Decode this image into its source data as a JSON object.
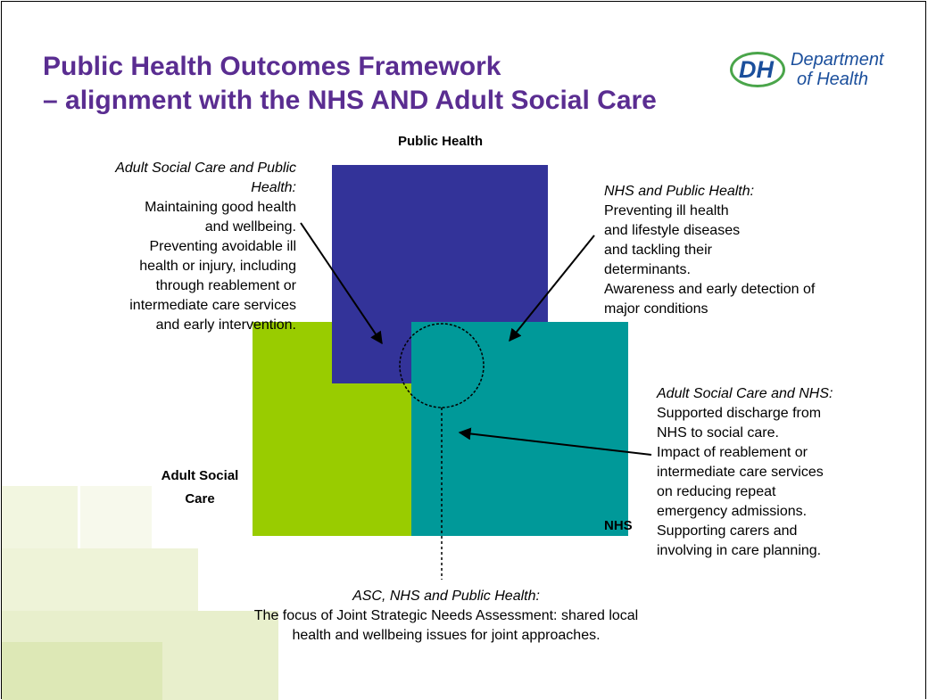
{
  "title_lines": [
    "Public Health Outcomes Framework",
    "– alignment with the NHS AND Adult Social Care"
  ],
  "logo": {
    "initials": "DH",
    "name_line1": "Department",
    "name_line2": "of Health"
  },
  "labels": {
    "public_health": "Public Health",
    "adult_social_care_line1": "Adult Social",
    "adult_social_care_line2": "Care",
    "nhs": "NHS"
  },
  "annotations": {
    "asc_ph": {
      "heading_line1": "Adult Social Care and Public",
      "heading_line2": "Health:",
      "lines": [
        "Maintaining good health",
        "and wellbeing.",
        "Preventing avoidable ill",
        "health or injury, including",
        "through reablement or",
        "intermediate care services",
        "and early intervention."
      ]
    },
    "nhs_ph": {
      "heading": "NHS and Public Health:",
      "lines": [
        "Preventing ill health",
        "and lifestyle diseases",
        "and tackling their",
        "determinants.",
        "Awareness and early detection of",
        "major conditions"
      ]
    },
    "asc_nhs": {
      "heading": "Adult Social Care and NHS:",
      "lines": [
        "Supported discharge from",
        "NHS to social care.",
        "Impact of reablement or",
        "intermediate care services",
        "on reducing repeat",
        "emergency admissions.",
        "Supporting carers and",
        "involving in care planning."
      ]
    },
    "all_three": {
      "heading": "ASC, NHS and Public Health:",
      "lines": [
        "The focus of Joint Strategic Needs Assessment: shared local",
        "health and wellbeing issues for joint approaches."
      ]
    }
  },
  "colors": {
    "public_health": "#333399",
    "adult_social_care": "#99cc00",
    "nhs": "#009999",
    "title": "#5a2d91"
  }
}
